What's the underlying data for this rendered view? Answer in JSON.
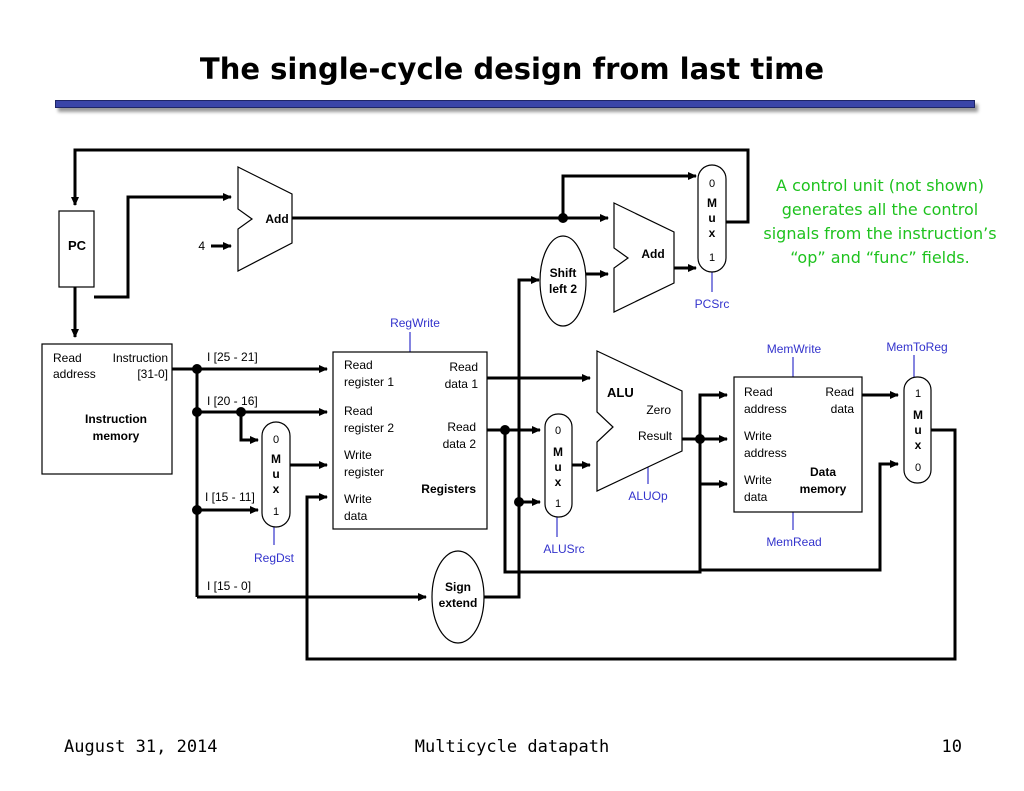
{
  "slide": {
    "title": "The single-cycle design from last time",
    "note": "A control unit (not shown) generates all the control signals from the instruction’s “op” and “func” fields.",
    "footer": {
      "date": "August 31, 2014",
      "topic": "Multicycle datapath",
      "page": "10"
    }
  },
  "diagram": {
    "pc": "PC",
    "const4": "4",
    "add_pc": "Add",
    "add_branch": "Add",
    "shift": [
      "Shift",
      "left 2"
    ],
    "imem": {
      "read": "Read",
      "instruction": "Instruction",
      "address": "address",
      "bits": "[31-0]",
      "name1": "Instruction",
      "name2": "memory"
    },
    "fields": {
      "rs": "I [25 - 21]",
      "rt": "I [20 - 16]",
      "rd": "I [15 - 11]",
      "imm": "I [15 - 0]"
    },
    "regs": {
      "rr1a": "Read",
      "rr1b": "register 1",
      "rr2a": "Read",
      "rr2b": "register 2",
      "wra": "Write",
      "wrb": "register",
      "wda": "Write",
      "wdb": "data",
      "rd1a": "Read",
      "rd1b": "data 1",
      "rd2a": "Read",
      "rd2b": "data 2",
      "name": "Registers"
    },
    "sign": [
      "Sign",
      "extend"
    ],
    "alu": {
      "name": "ALU",
      "zero": "Zero",
      "result": "Result"
    },
    "dmem": {
      "ra1": "Read",
      "ra2": "address",
      "rd1": "Read",
      "rd2": "data",
      "wa1": "Write",
      "wa2": "address",
      "wd1": "Write",
      "wd2": "data",
      "name1": "Data",
      "name2": "memory"
    },
    "mux_letters": [
      "M",
      "u",
      "x"
    ],
    "mux_regdst": {
      "top": "0",
      "bottom": "1"
    },
    "mux_alusrc": {
      "top": "0",
      "bottom": "1"
    },
    "mux_pcsrc": {
      "top": "0",
      "bottom": "1"
    },
    "mux_memtoreg": {
      "top": "1",
      "bottom": "0"
    },
    "signals": {
      "regwrite": "RegWrite",
      "regdst": "RegDst",
      "alusrc": "ALUSrc",
      "aluop": "ALUOp",
      "memwrite": "MemWrite",
      "memread": "MemRead",
      "memtoreg": "MemToReg",
      "pcsrc": "PCSrc"
    },
    "colors": {
      "signal": "#3333cc",
      "note": "#1ec21e",
      "rule": "#3a45a8"
    }
  }
}
